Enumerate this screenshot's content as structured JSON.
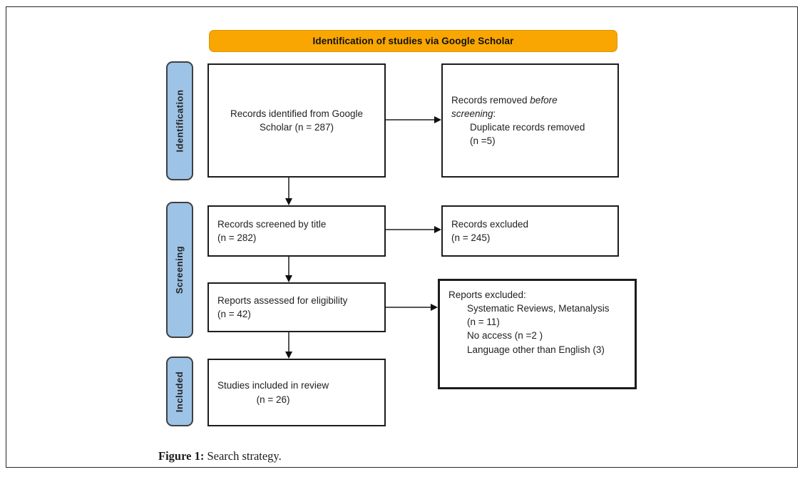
{
  "colors": {
    "banner_bg": "#F9A602",
    "stage_bg": "#9DC3E6"
  },
  "banner": {
    "title": "Identification of studies via Google Scholar"
  },
  "stages": [
    {
      "label": "Identification"
    },
    {
      "label": "Screening"
    },
    {
      "label": "Included"
    }
  ],
  "flow": {
    "records_identified": {
      "text": "Records identified from Google\nScholar (n = 287)"
    },
    "records_removed": {
      "prefix": "Records removed ",
      "italic_line1": "before",
      "italic_line2": "screening",
      "colon": ":",
      "detail_line1": "Duplicate records removed",
      "detail_line2": "(n =5)"
    },
    "records_screened": {
      "text": "Records screened by title\n(n = 282)"
    },
    "records_excluded": {
      "text": "Records excluded\n(n = 245)"
    },
    "reports_assessed": {
      "text": "Reports assessed for eligibility\n(n = 42)"
    },
    "reports_excluded": {
      "header": "Reports excluded:",
      "items": [
        "Systematic Reviews, Metanalysis",
        "(n = 11)",
        "No access (n =2 )",
        "Language other than English (3)"
      ]
    },
    "studies_included": {
      "line1": "Studies included in review",
      "line2": "(n = 26)"
    }
  },
  "caption": {
    "label": "Figure 1:",
    "text": " Search strategy."
  }
}
